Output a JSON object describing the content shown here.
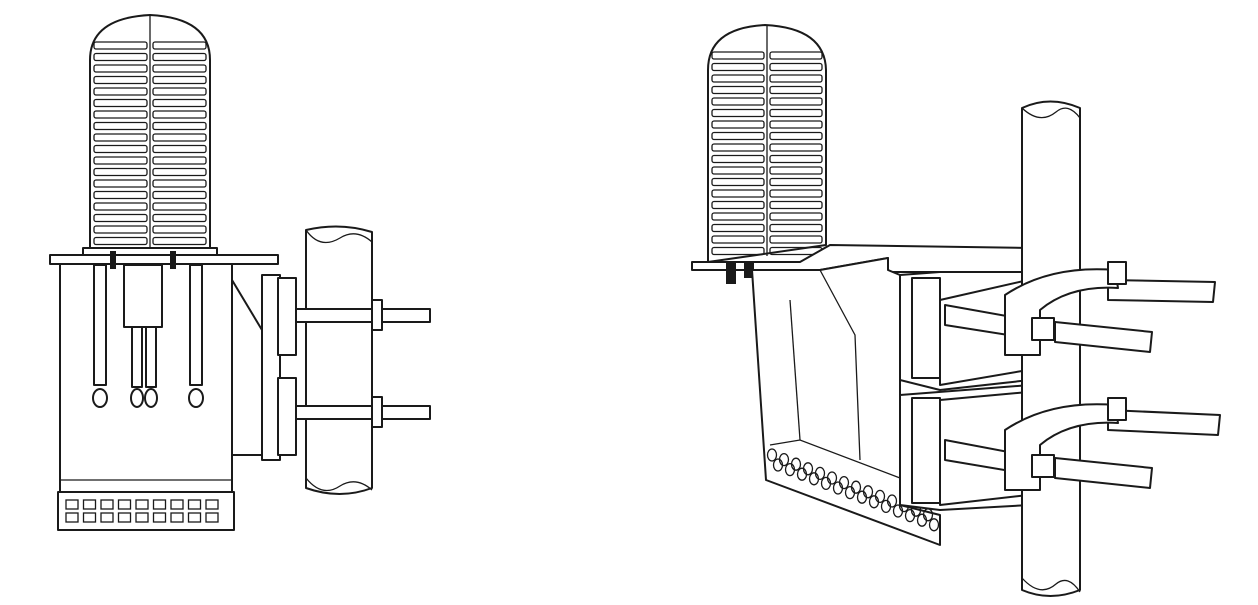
{
  "figure": {
    "panels": [
      {
        "view": "front",
        "component": "fiber-closure-pole-mount"
      },
      {
        "view": "perspective",
        "component": "fiber-closure-pole-mount"
      }
    ],
    "colors": {
      "line": "#1a1a1a",
      "background": "#ffffff"
    }
  }
}
